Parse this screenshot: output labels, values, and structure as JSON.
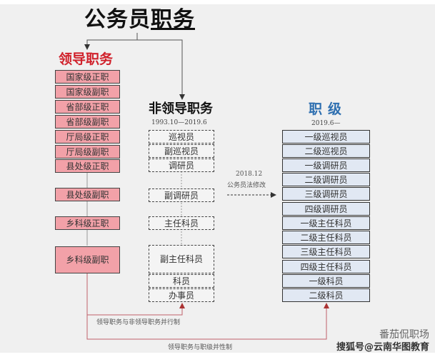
{
  "title": {
    "main": "公务员",
    "underlined": "职务"
  },
  "leadership": {
    "heading": "领导职务",
    "items": [
      "国家级正职",
      "国家级副职",
      "省部级正职",
      "省部级副职",
      "厅局级正职",
      "厅局级副职",
      "县处级正职",
      "县处级副职",
      "乡科级正职",
      "乡科级副职"
    ]
  },
  "non_leadership": {
    "heading": "非领导职务",
    "period": "1993.10—2019.6",
    "items": [
      "巡视员",
      "副巡视员",
      "调研员",
      "副调研员",
      "主任科员",
      "副主任科员",
      "科员",
      "办事员"
    ]
  },
  "transition": {
    "date": "2018.12",
    "label": "公务员法修改"
  },
  "rank": {
    "heading": "职级",
    "period": "2019.6—",
    "items": [
      "一级巡视员",
      "二级巡视员",
      "一级调研员",
      "二级调研员",
      "三级调研员",
      "四级调研员",
      "一级主任科员",
      "二级主任科员",
      "三级主任科员",
      "四级主任科员",
      "一级科员",
      "二级科员"
    ]
  },
  "notes": {
    "parallel_non_leadership": "领导职务与非领导职务并行制",
    "parallel_rank": "领导职务与职级并性制"
  },
  "watermark": {
    "line1": "番茄侃职场",
    "line2": "搜狐号@云南华图教育"
  },
  "colors": {
    "leadership_fill": "#f2a1a8",
    "leadership_heading": "#d0212b",
    "rank_fill": "#e1e8f3",
    "rank_heading": "#2e6fb0",
    "connector_red": "#c0606a"
  }
}
